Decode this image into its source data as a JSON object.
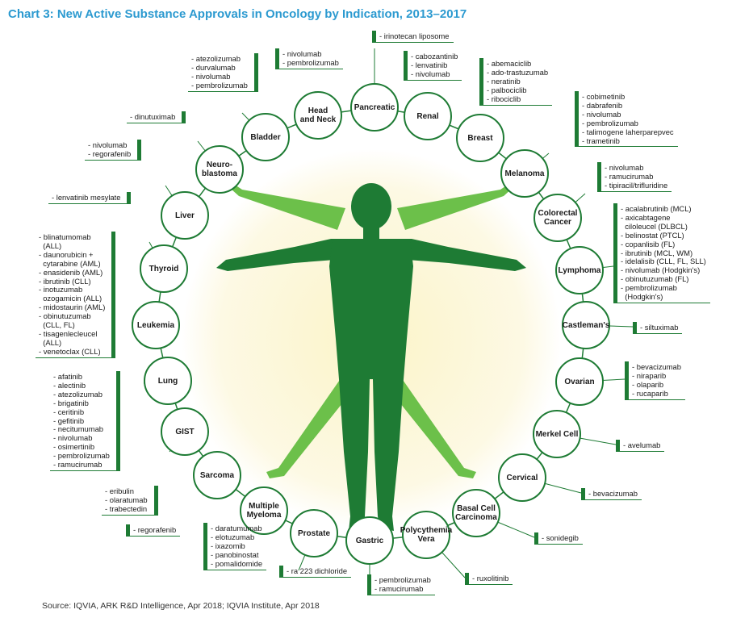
{
  "title": "Chart 3: New Active Substance Approvals in Oncology by Indication, 2013–2017",
  "source": "Source: IQVIA, ARK R&D Intelligence, Apr 2018; IQVIA Institute, Apr 2018",
  "colors": {
    "title": "#2c9ad0",
    "dark_green": "#1e7b34",
    "light_green": "#6cc04a",
    "glow": "#fbf6d5"
  },
  "indications": [
    {
      "id": "head-and-neck",
      "label": "Head\nand Neck",
      "drugs": [
        "nivolumab",
        "pembrolizumab"
      ]
    },
    {
      "id": "pancreatic",
      "label": "Pancreatic",
      "drugs": [
        "irinotecan liposome"
      ]
    },
    {
      "id": "renal",
      "label": "Renal",
      "drugs": [
        "cabozantinib",
        "lenvatinib",
        "nivolumab"
      ]
    },
    {
      "id": "breast",
      "label": "Breast",
      "drugs": [
        "abemaciclib",
        "ado-trastuzumab",
        "neratinib",
        "palbociclib",
        "ribociclib"
      ]
    },
    {
      "id": "melanoma",
      "label": "Melanoma",
      "drugs": [
        "cobimetinib",
        "dabrafenib",
        "nivolumab",
        "pembrolizumab",
        "talimogene laherparepvec",
        "trametinib"
      ]
    },
    {
      "id": "colorectal-cancer",
      "label": "Colorectal\nCancer",
      "drugs": [
        "nivolumab",
        "ramucirumab",
        "tipiracil/trifluridine"
      ]
    },
    {
      "id": "lymphoma",
      "label": "Lymphoma",
      "drugs": [
        "acalabrutinib (MCL)",
        "axicabtagene\n  ciloleucel (DLBCL)",
        "belinostat (PTCL)",
        "copanlisib (FL)",
        "ibrutinib (MCL, WM)",
        "idelalisib (CLL, FL, SLL)",
        "nivolumab (Hodgkin's)",
        "obinutuzumab (FL)",
        "pembrolizumab\n  (Hodgkin's)"
      ]
    },
    {
      "id": "castlemans",
      "label": "Castleman's",
      "drugs": [
        "siltuximab"
      ]
    },
    {
      "id": "ovarian",
      "label": "Ovarian",
      "drugs": [
        "bevacizumab",
        "niraparib",
        "olaparib",
        "rucaparib"
      ]
    },
    {
      "id": "merkel-cell",
      "label": "Merkel Cell",
      "drugs": [
        "avelumab"
      ]
    },
    {
      "id": "cervical",
      "label": "Cervical",
      "drugs": [
        "bevacizumab"
      ]
    },
    {
      "id": "basal-cell-carcinoma",
      "label": "Basal Cell\nCarcinoma",
      "drugs": [
        "sonidegib"
      ]
    },
    {
      "id": "polycythemia-vera",
      "label": "Polycythemia\nVera",
      "drugs": [
        "ruxolitinib"
      ]
    },
    {
      "id": "gastric",
      "label": "Gastric",
      "drugs": [
        "pembrolizumab",
        "ramucirumab"
      ]
    },
    {
      "id": "prostate",
      "label": "Prostate",
      "drugs": [
        "ra 223 dichloride"
      ]
    },
    {
      "id": "multiple-myeloma",
      "label": "Multiple\nMyeloma",
      "drugs": [
        "daratumumab",
        "elotuzumab",
        "ixazomib",
        "panobinostat",
        "pomalidomide"
      ]
    },
    {
      "id": "sarcoma",
      "label": "Sarcoma",
      "drugs": [
        "eribulin",
        "olaratumab",
        "trabectedin"
      ]
    },
    {
      "id": "gist",
      "label": "GIST",
      "drugs": [
        "regorafenib"
      ]
    },
    {
      "id": "lung",
      "label": "Lung",
      "drugs": [
        "afatinib",
        "alectinib",
        "atezolizumab",
        "brigatinib",
        "ceritinib",
        "gefitinib",
        "necitumumab",
        "nivolumab",
        "osimertinib",
        "pembrolizumab",
        "ramucirumab"
      ]
    },
    {
      "id": "leukemia",
      "label": "Leukemia",
      "drugs": [
        "blinatumomab\n  (ALL)",
        "daunorubicin +\n  cytarabine (AML)",
        "enasidenib (AML)",
        "ibrutinib (CLL)",
        "inotuzumab\n  ozogamicin (ALL)",
        "midostaurin (AML)",
        "obinutuzumab\n  (CLL, FL)",
        "tisagenlecleucel\n  (ALL)",
        "venetoclax (CLL)"
      ]
    },
    {
      "id": "thyroid",
      "label": "Thyroid",
      "drugs": [
        "lenvatinib mesylate"
      ]
    },
    {
      "id": "liver",
      "label": "Liver",
      "drugs": [
        "nivolumab",
        "regorafenib"
      ]
    },
    {
      "id": "neuroblastoma",
      "label": "Neuro-\nblastoma",
      "drugs": [
        "dinutuximab"
      ]
    },
    {
      "id": "bladder",
      "label": "Bladder",
      "drugs": [
        "atezolizumab",
        "durvalumab",
        "nivolumab",
        "pembrolizumab"
      ]
    }
  ]
}
